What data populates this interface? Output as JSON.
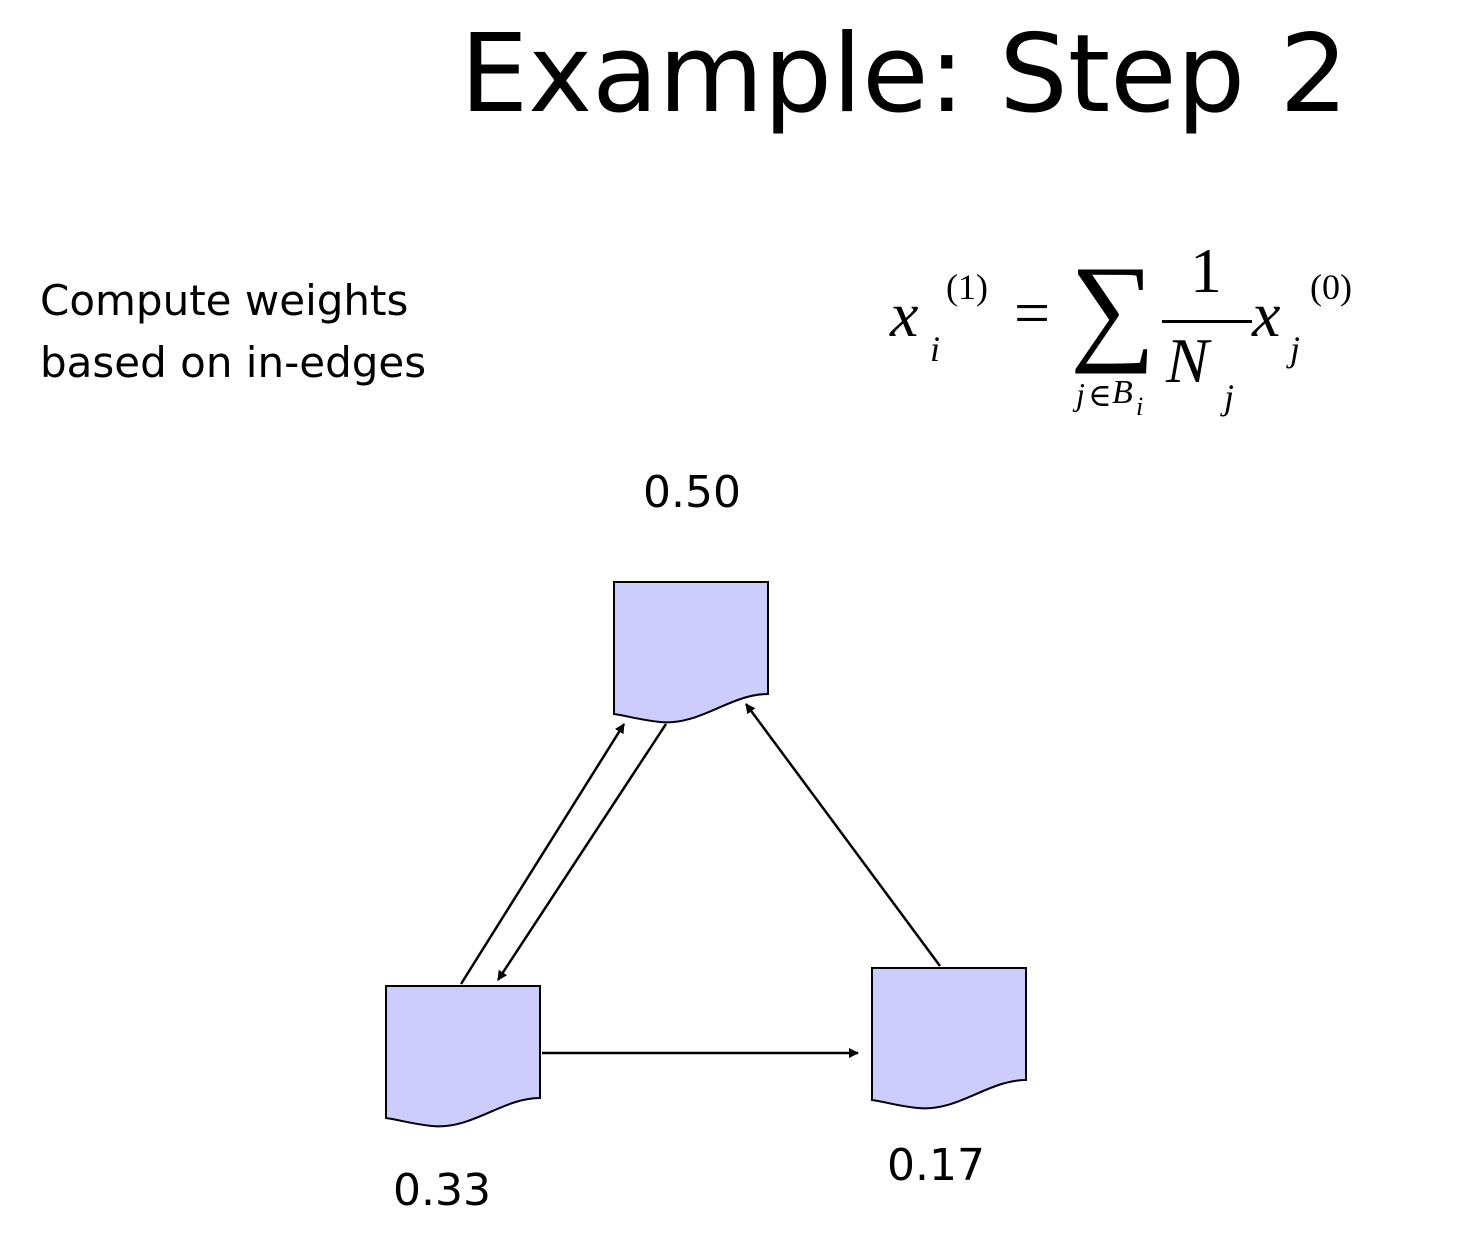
{
  "slide": {
    "title": "Example: Step 2",
    "description_lines": [
      "Compute weights",
      "based on in-edges"
    ]
  },
  "formula": {
    "lhs_var": "x",
    "lhs_sub": "i",
    "lhs_sup": "(1)",
    "equals": "=",
    "sum": "∑",
    "sum_under_j": "j",
    "sum_under_in": "∈",
    "sum_under_B": "B",
    "sum_under_i": "i",
    "frac_num": "1",
    "frac_den": "N",
    "frac_den_sub": "j",
    "rhs_var": "x",
    "rhs_sub": "j",
    "rhs_sup": "(0)"
  },
  "nodes": {
    "top": {
      "label": "0.50"
    },
    "left": {
      "label": "0.33"
    },
    "right": {
      "label": "0.17"
    },
    "fill_color": "#ccccff",
    "stroke_color": "#000000"
  }
}
